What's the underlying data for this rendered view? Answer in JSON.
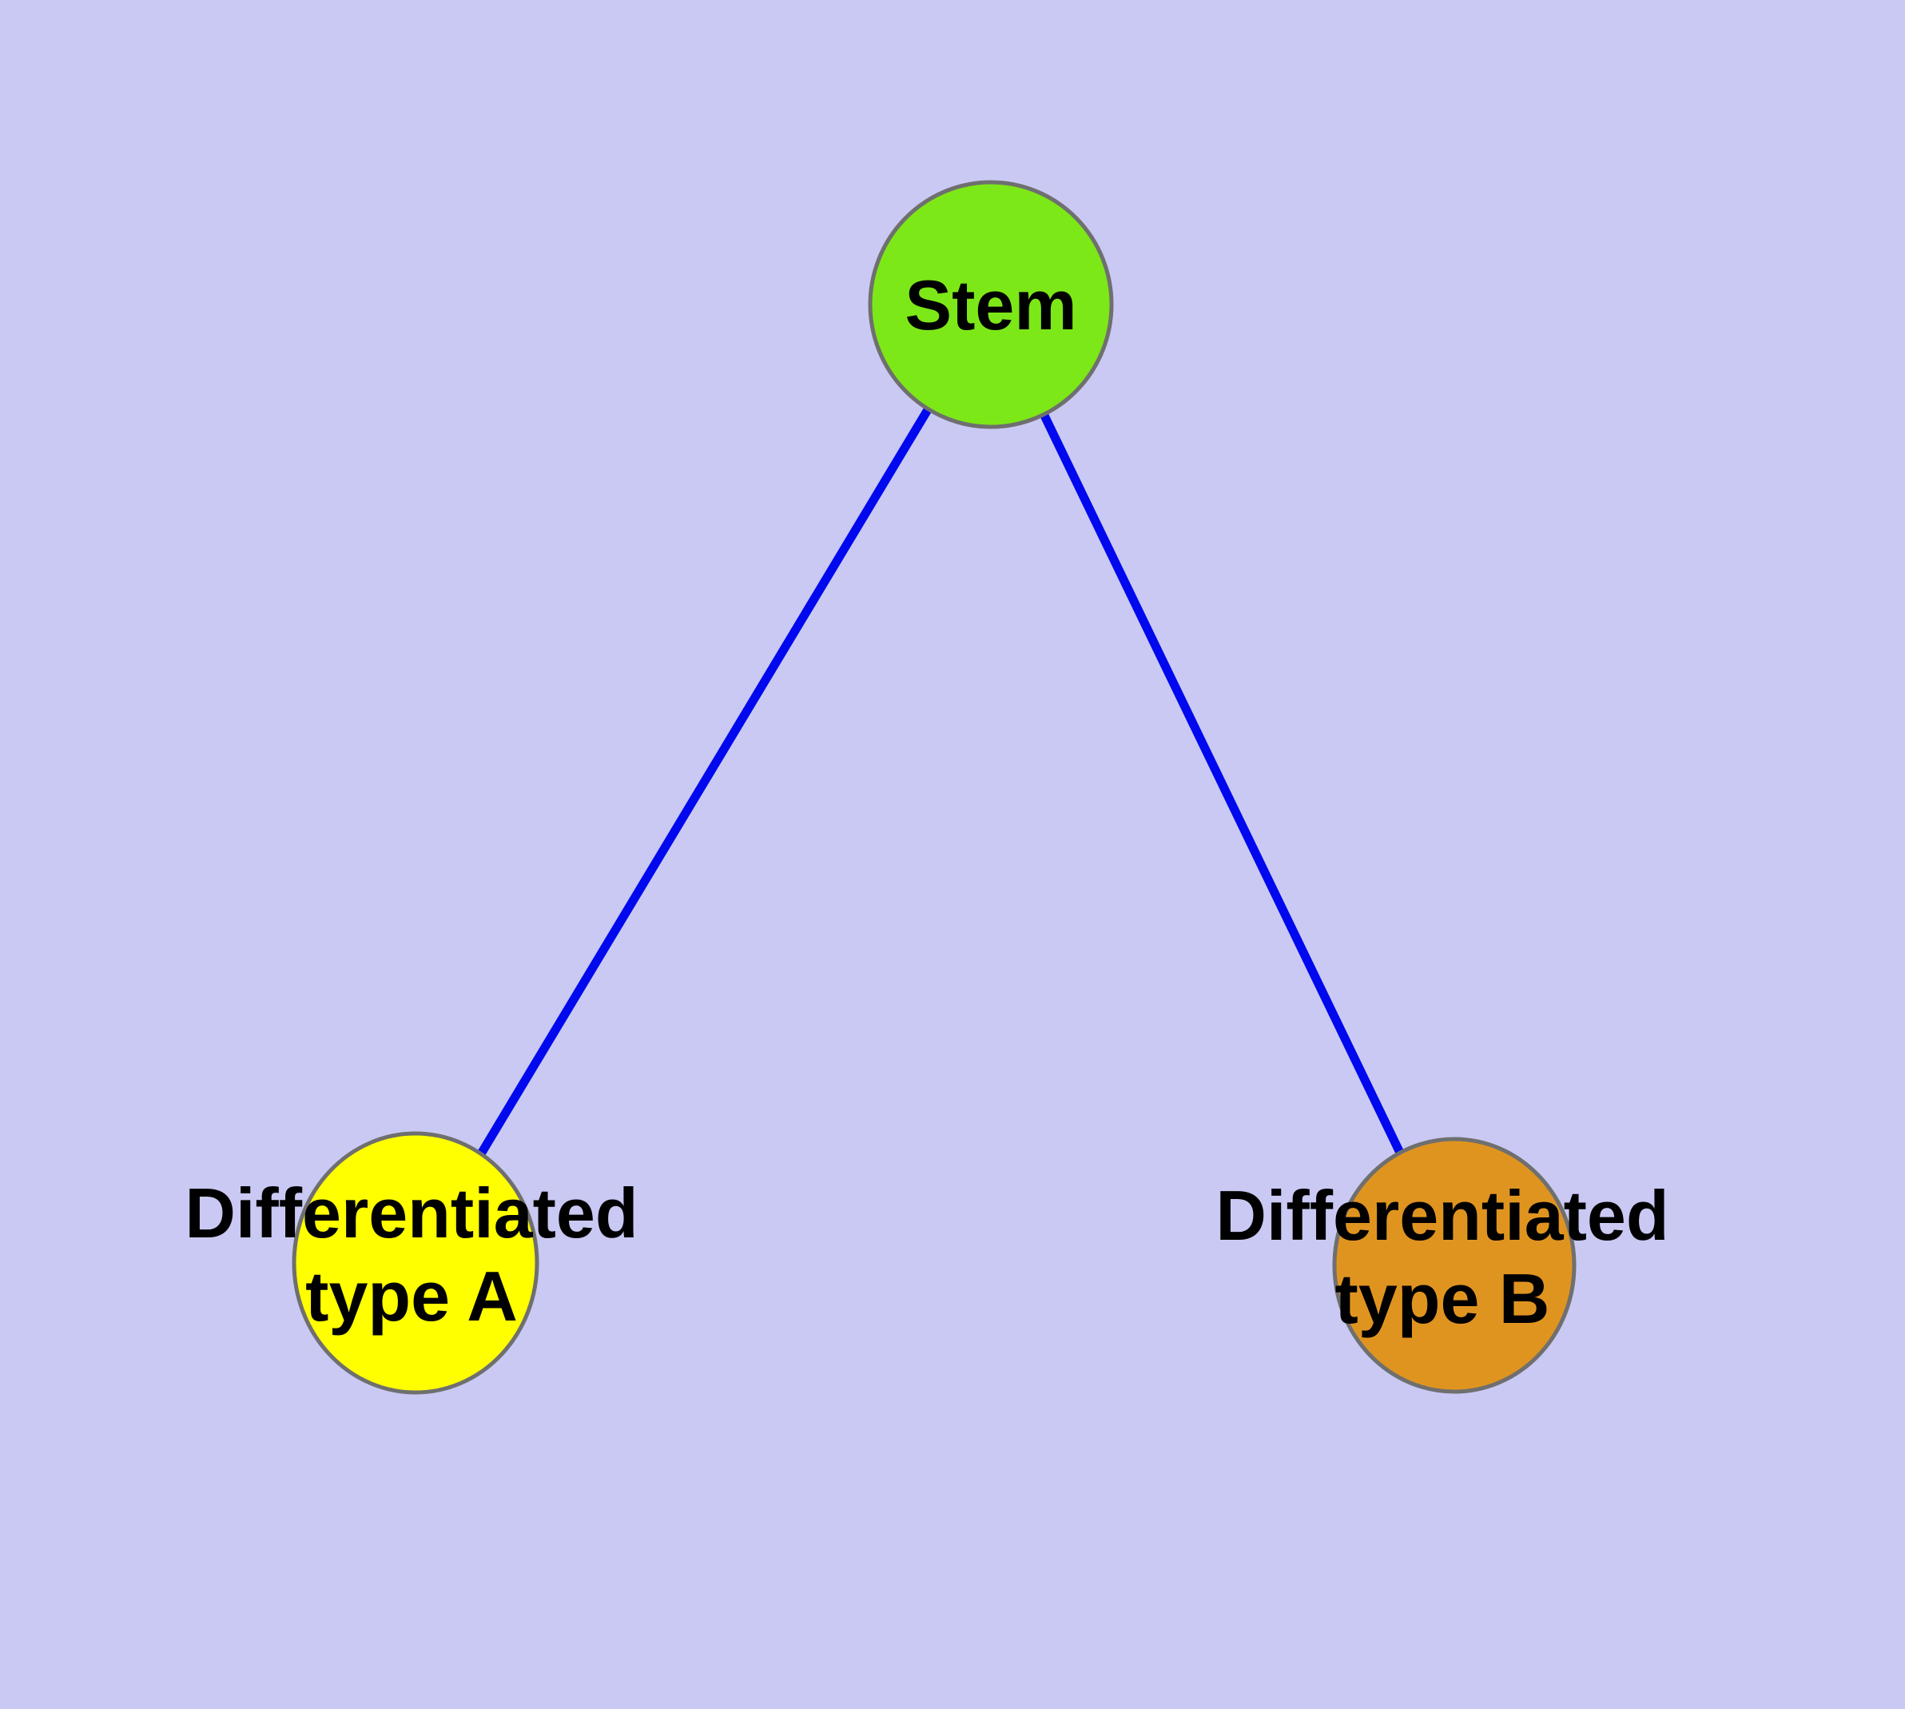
{
  "diagram": {
    "type": "node-link-graph",
    "colors": {
      "background": "#c9c9f3",
      "edge": "#0008ee",
      "node_border": "#6f6f6f",
      "label_text": "#000000"
    },
    "nodes": [
      {
        "id": "stem",
        "label": "Stem",
        "fill": "#7de817",
        "position": "top-center"
      },
      {
        "id": "differentiated-type-a",
        "label_line1": "Differentiated",
        "label_line2": "type A",
        "fill": "#ffff00",
        "position": "bottom-left"
      },
      {
        "id": "differentiated-type-b",
        "label_line1": "Differentiated",
        "label_line2": "type B",
        "fill": "#e09420",
        "position": "bottom-right"
      }
    ],
    "edges": [
      {
        "from": "Stem",
        "to": "Differentiated type A"
      },
      {
        "from": "Stem",
        "to": "Differentiated type B"
      }
    ]
  }
}
